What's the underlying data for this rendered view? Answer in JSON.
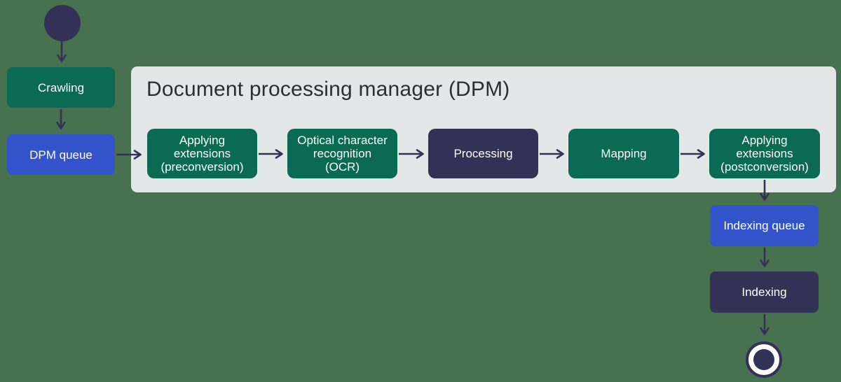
{
  "colors": {
    "background": "#48714f",
    "panel_background": "#e4e7e7",
    "node_green": "#0a6a54",
    "node_navy": "#343156",
    "node_blue": "#3353cb",
    "arrow": "#343156",
    "title_text": "#2e2e2e",
    "node_text": "#ffffff",
    "end_ring": "#ffffff"
  },
  "panel": {
    "title": "Document processing manager (DPM)"
  },
  "nodes": {
    "start": {
      "type": "start",
      "shape": "filled-circle"
    },
    "crawling": {
      "label": "Crawling"
    },
    "dpm_queue": {
      "label": "DPM queue"
    },
    "applying_extensions_pre": {
      "label": [
        "Applying",
        "extensions",
        "(preconversion)"
      ]
    },
    "ocr": {
      "label": [
        "Optical character",
        "recognition",
        "(OCR)"
      ]
    },
    "processing": {
      "label": "Processing"
    },
    "mapping": {
      "label": "Mapping"
    },
    "applying_extensions_post": {
      "label": [
        "Applying",
        "extensions",
        "(postconversion)"
      ]
    },
    "indexing_queue": {
      "label": "Indexing queue"
    },
    "indexing": {
      "label": "Indexing"
    },
    "end": {
      "type": "end",
      "shape": "ring-circle"
    }
  },
  "edges": [
    {
      "from": "start",
      "to": "crawling"
    },
    {
      "from": "crawling",
      "to": "dpm_queue"
    },
    {
      "from": "dpm_queue",
      "to": "applying_extensions_pre"
    },
    {
      "from": "applying_extensions_pre",
      "to": "ocr"
    },
    {
      "from": "ocr",
      "to": "processing"
    },
    {
      "from": "processing",
      "to": "mapping"
    },
    {
      "from": "mapping",
      "to": "applying_extensions_post"
    },
    {
      "from": "applying_extensions_post",
      "to": "indexing_queue"
    },
    {
      "from": "indexing_queue",
      "to": "indexing"
    },
    {
      "from": "indexing",
      "to": "end"
    }
  ]
}
